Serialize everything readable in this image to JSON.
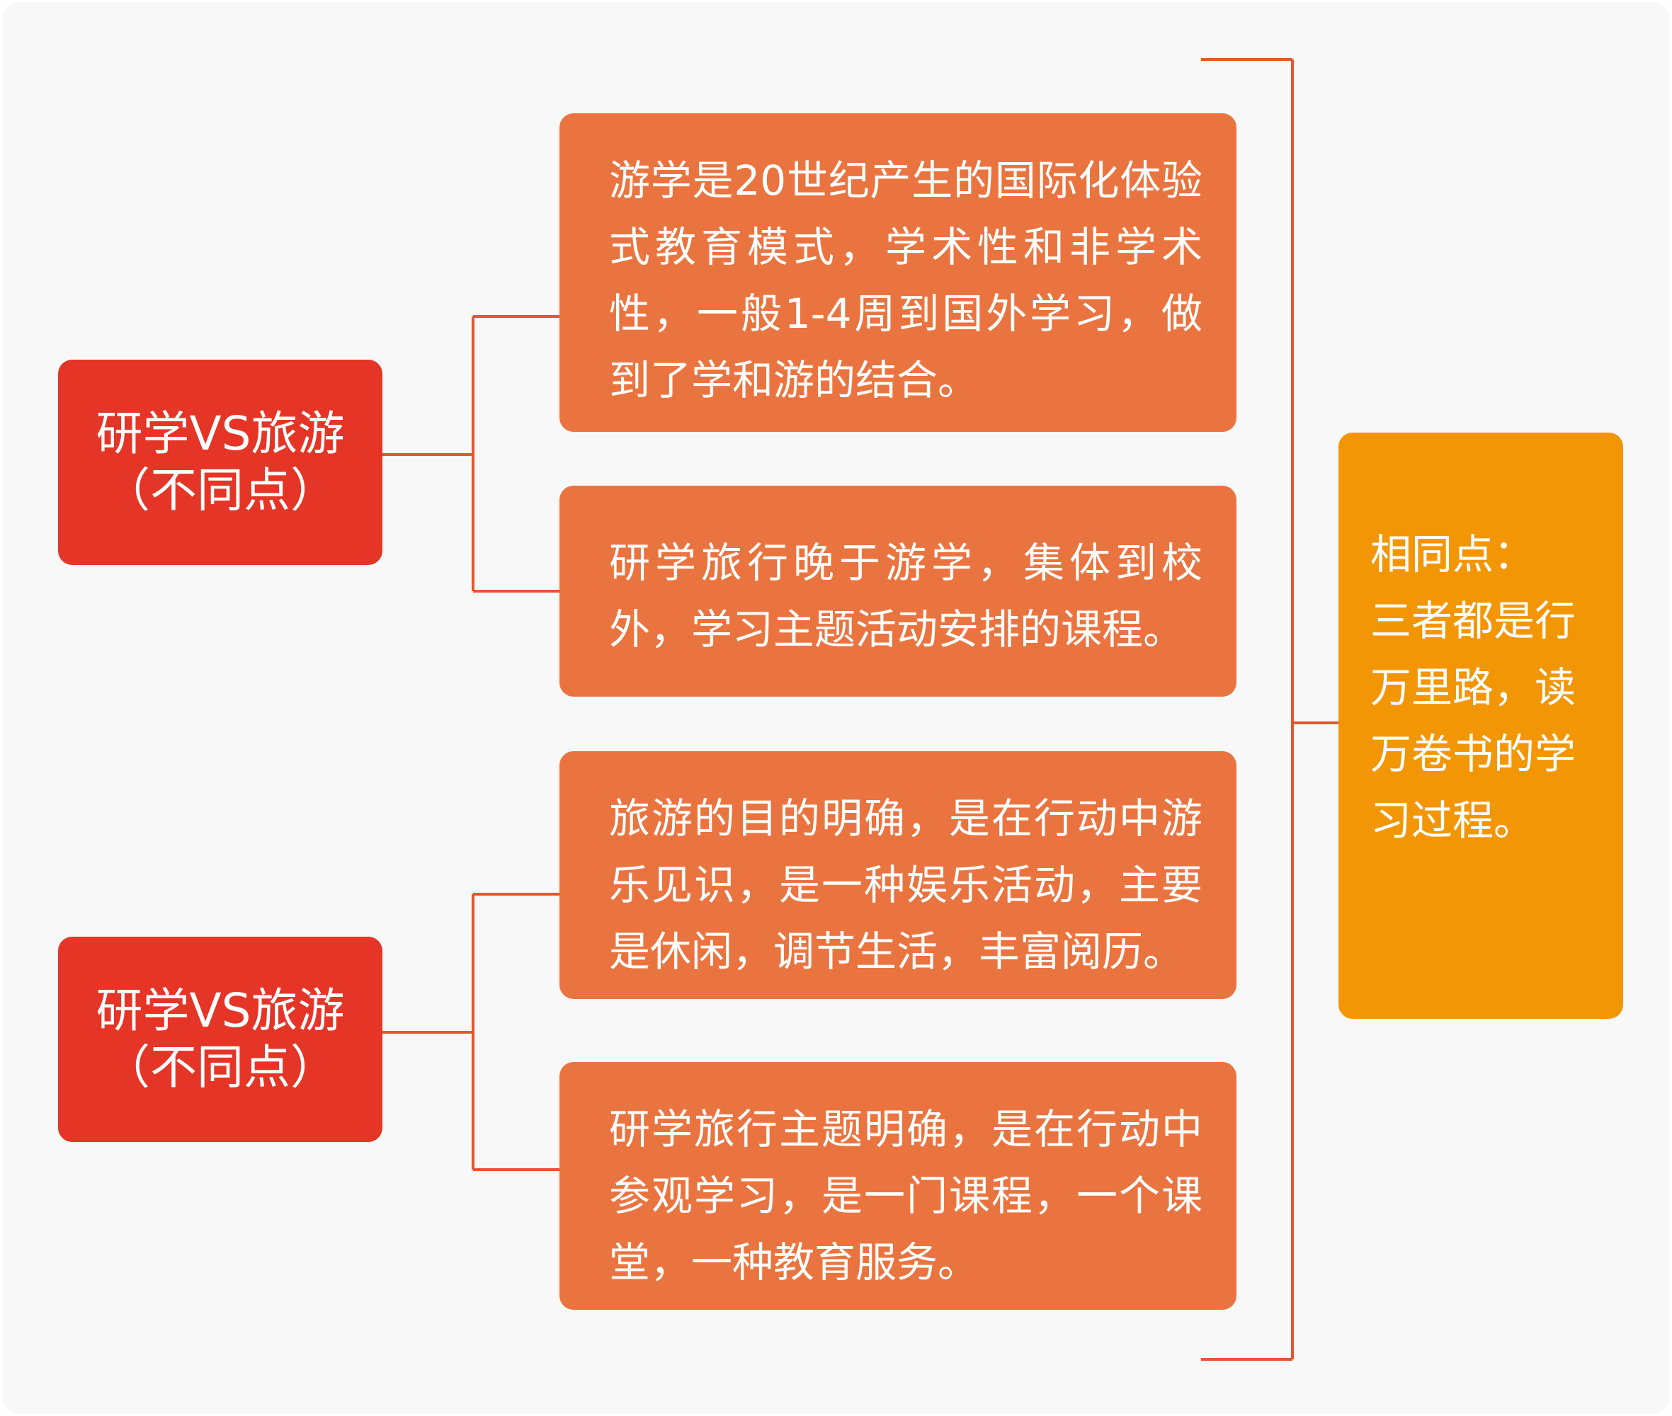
{
  "diff_groups": [
    {
      "label_line1": "研学VS旅游",
      "label_line2": "（不同点）",
      "items": [
        "游学是20世纪产生的国际化体验式教育模式，学术性和非学术性，一般1-4周到国外学习，做到了学和游的结合。",
        "研学旅行晚于游学，集体到校外，学习主题活动安排的课程。"
      ]
    },
    {
      "label_line1": "研学VS旅游",
      "label_line2": "（不同点）",
      "items": [
        "旅游的目的明确，是在行动中游乐见识，是一种娱乐活动，主要是休闲，调节生活，丰富阅历。",
        "研学旅行主题明确，是在行动中参观学习，是一门课程，一个课堂，一种教育服务。"
      ]
    }
  ],
  "same": {
    "title": "相同点：",
    "text": "三者都是行万里路，读万卷书的学习过程。"
  },
  "colors": {
    "background": "#f7f8f7",
    "red": "#e53527",
    "orange": "#ea7440",
    "yellow": "#f39606",
    "line": "#e4572e"
  }
}
